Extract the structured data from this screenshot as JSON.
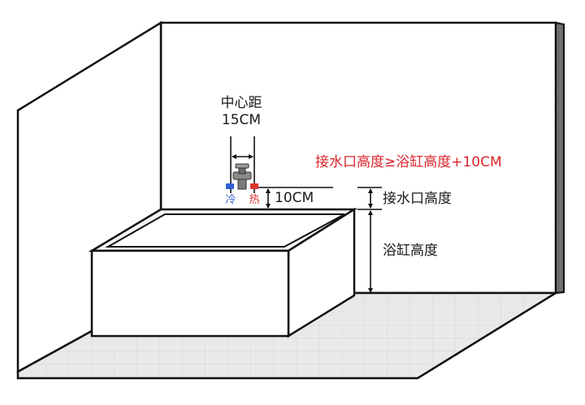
{
  "labels": {
    "center_distance_title": "中心距",
    "center_distance_value": "15CM",
    "rule": "接水口高度≥浴缸高度+10CM",
    "offset_value": "10CM",
    "inlet_height": "接水口高度",
    "bathtub_height": "浴缸高度",
    "cold": "冷",
    "hot": "热"
  },
  "colors": {
    "rule_text": "#d9252b",
    "cold": "#2f5fd0",
    "hot": "#e0342f",
    "wall_edge": "#777777",
    "floor": "#e8e8e8",
    "outline": "#111111"
  },
  "icons": {
    "faucet": "mixing-valve-icon"
  }
}
